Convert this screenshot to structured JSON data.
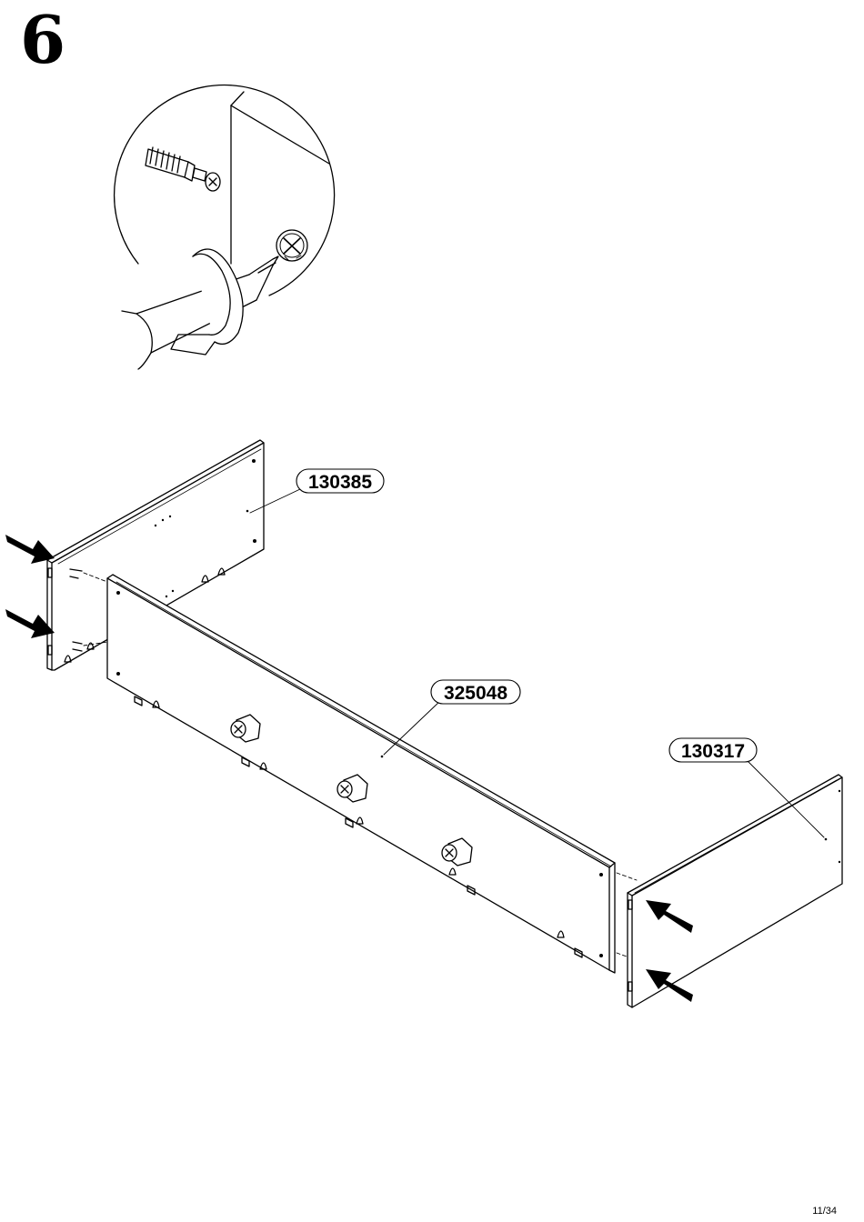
{
  "step": {
    "number": "6"
  },
  "parts": {
    "left_panel": "130385",
    "back_panel": "325048",
    "right_panel": "130317"
  },
  "page": {
    "number": "11/34"
  },
  "icons": [
    "screwdriver-icon",
    "cam-lock-icon",
    "rotation-arrow-icon",
    "insert-arrow-icon",
    "cam-fitting-icon"
  ]
}
